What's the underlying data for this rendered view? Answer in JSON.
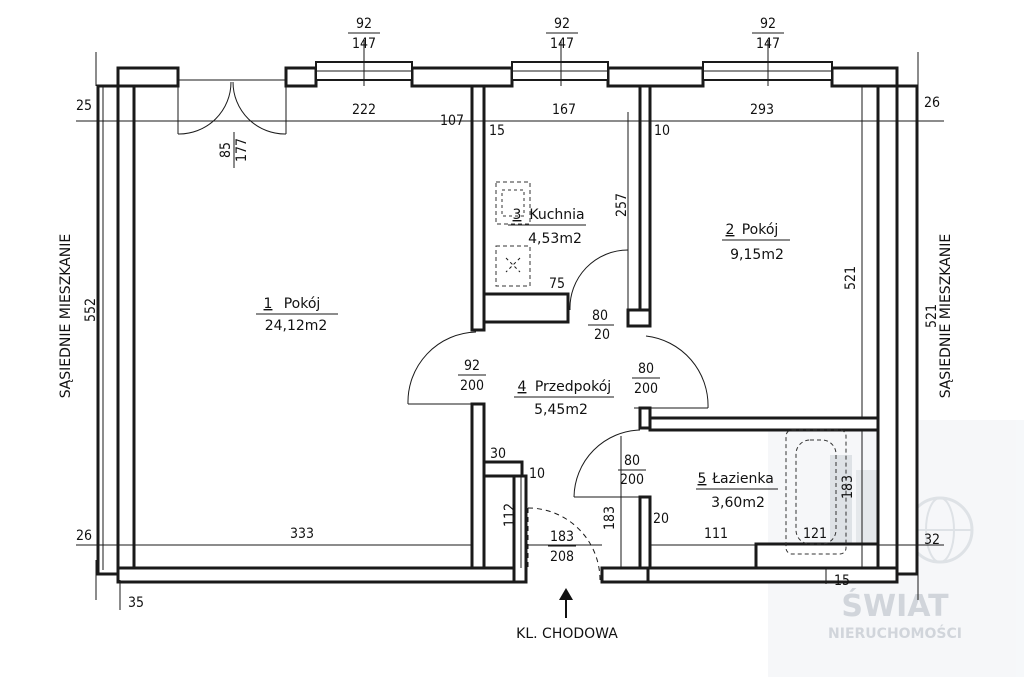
{
  "windows": [
    {
      "width": "92",
      "height": "147"
    },
    {
      "width": "92",
      "height": "147"
    },
    {
      "width": "92",
      "height": "147"
    }
  ],
  "rooms": [
    {
      "number": "1",
      "name": "Pokój",
      "area": "24,12m2"
    },
    {
      "number": "2",
      "name": "Pokój",
      "area": "9,15m2"
    },
    {
      "number": "3",
      "name": "Kuchnia",
      "area": "4,53m2"
    },
    {
      "number": "4",
      "name": "Przedpokój",
      "area": "5,45m2"
    },
    {
      "number": "5",
      "name": "Łazienka",
      "area": "3,60m2"
    }
  ],
  "dimensions": {
    "wall_left_top": "25",
    "wall_right_top": "26",
    "wall_left_bottom": "26",
    "wall_right_bottom": "32",
    "wall_bottom_left": "35",
    "wall_bottom_right": "15",
    "room1_width_top": "222",
    "room1_width_bottom": "333",
    "room1_depth": "552",
    "balcony_door_width": "85",
    "balcony_door_height": "177",
    "entry_offset": "107",
    "kitchen_left_wall": "15",
    "kitchen_width": "167",
    "kitchen_right_wall": "10",
    "kitchen_depth": "257",
    "kitchen_partition": "75",
    "kitchen_door_width": "80",
    "kitchen_door_height": "20",
    "room2_width": "293",
    "room2_depth": "521",
    "right_neighbour_depth": "521",
    "room1_door_width": "92",
    "room1_door_height": "200",
    "room2_door_width": "80",
    "room2_door_height": "200",
    "bath_door_width": "80",
    "bath_door_height": "200",
    "niche_30": "30",
    "niche_10": "10",
    "niche_112": "112",
    "entrance_width": "183",
    "entrance_height": "208",
    "hall_183": "183",
    "bath_wall_20": "20",
    "bath_111": "111",
    "bath_121": "121",
    "bath_183": "183"
  },
  "labels": {
    "neighbour_left": "SĄSIEDNIE MIESZKANIE",
    "neighbour_right": "SĄSIEDNIE MIESZKANIE",
    "staircase": "KL. CHODOWA"
  },
  "watermark": {
    "line1": "ŚWIAT",
    "line2": "NIERUCHOMOŚCI",
    "color": "#9aa4b0"
  }
}
